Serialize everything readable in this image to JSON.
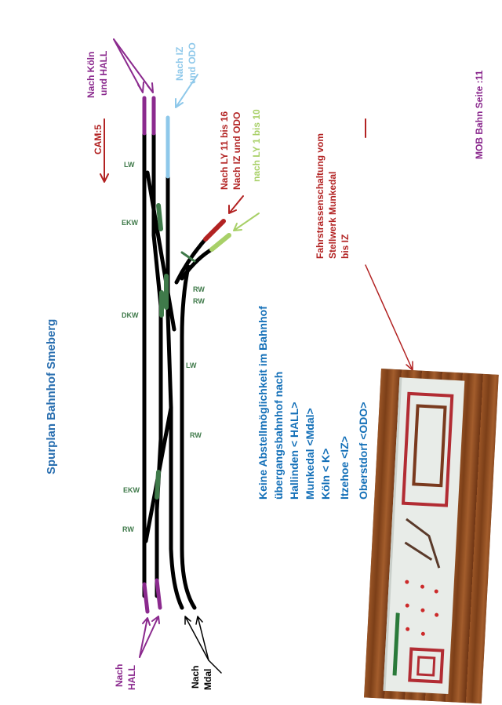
{
  "labels": {
    "title": "Spurplan  Bahnhof  Smeberg",
    "cam": "CAM:5",
    "nach_koeln_line1": "Nach Köln",
    "nach_koeln_line2": "und HALL",
    "nach_iz_line1": "Nach  IZ",
    "nach_iz_line2": "und ODO",
    "nach_ly11_line1": "Nach LY 11 bis 16",
    "nach_ly11_line2": "Nach IZ und ODO",
    "nach_ly1": "nach LY 1 bis 10",
    "fahr_line1": "Fahrstrassenschaltung vom",
    "fahr_line2a": "Stellwerk ",
    "fahr_line2b": "Munkedal",
    "fahr_line3": "bis IZ",
    "mob": "MOB Bahn Seite :11",
    "nach_hall_line1": "Nach",
    "nach_hall_line2": "HALL",
    "nach_mdal_line1": "Nach",
    "nach_mdal_line2": "Mdal",
    "lw_top": "LW",
    "ekw_top": "EKW",
    "dkw": "DKW",
    "rw_1": "RW",
    "rw_2": "RW",
    "lw_mid": "LW",
    "rw_3": "RW",
    "ekw_bottom": "EKW",
    "rw_bottom": "RW"
  },
  "info": {
    "line1": "Keine Abstellmöglichkeit im Bahnhof",
    "line2": "übergangsbahnhof  nach",
    "line3": "Hallinden < HALL>",
    "line4": "Munkedal <Mdal>",
    "line5": "Köln < K>",
    "line6": "Itzehoe <IZ>",
    "line7": "Oberstdorf <ODO>"
  },
  "colors": {
    "track": "#000000",
    "purple": "#8b2a8e",
    "light_blue": "#8ec8ea",
    "dark_red": "#b22222",
    "light_green": "#a8d068",
    "switch_green": "#3f7a4a",
    "info_blue": "#1470b8",
    "title_blue": "#2a6fb0"
  }
}
